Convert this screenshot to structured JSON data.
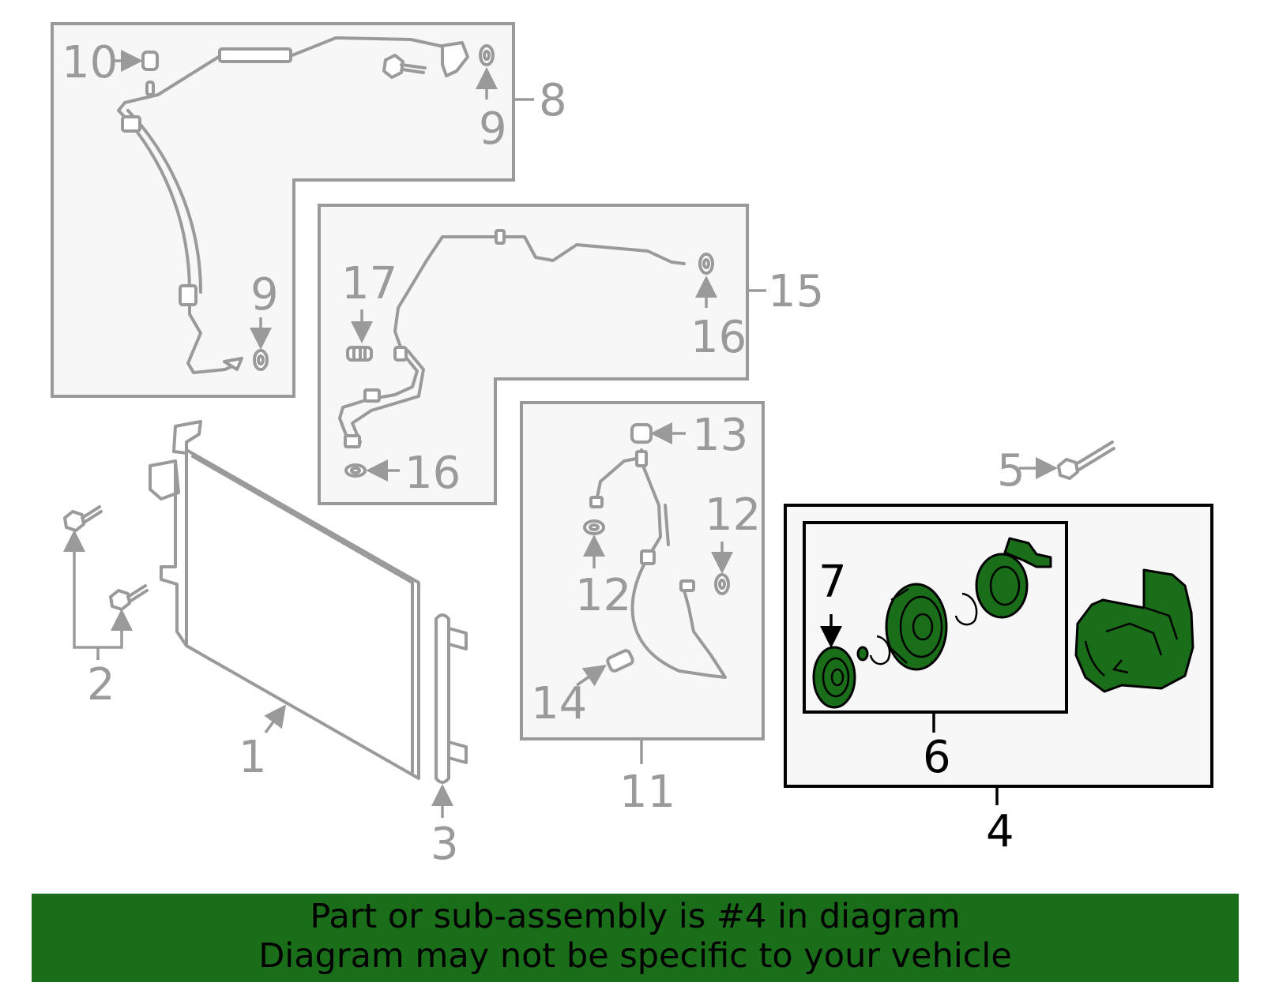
{
  "callouts": {
    "c1": "1",
    "c2": "2",
    "c3": "3",
    "c4": "4",
    "c5": "5",
    "c6": "6",
    "c7": "7",
    "c8": "8",
    "c9a": "9",
    "c9b": "9",
    "c10": "10",
    "c11": "11",
    "c12a": "12",
    "c12b": "12",
    "c13": "13",
    "c14": "14",
    "c15": "15",
    "c16a": "16",
    "c16b": "16",
    "c17": "17"
  },
  "highlight": {
    "part_number": "4",
    "color": "#1a6e1a",
    "box_color": "#000000"
  },
  "muted_color": "#9a9a9a",
  "banner": {
    "line1": "Part or sub-assembly is #4 in diagram",
    "line2": "Diagram may not be specific to your vehicle",
    "background": "#1a6e1a"
  }
}
